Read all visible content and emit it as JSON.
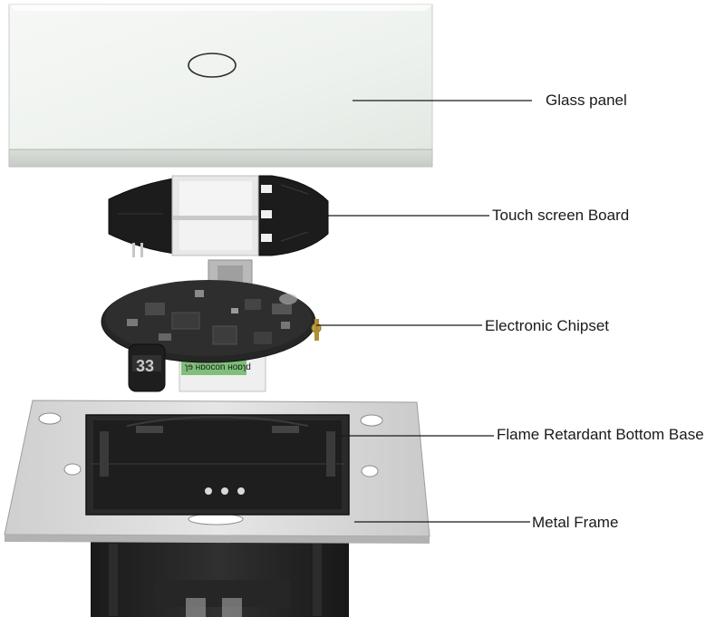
{
  "labels": {
    "glass_panel": "Glass panel",
    "touch_screen_board": "Touch screen Board",
    "electronic_chipset": "Electronic Chipset",
    "flame_retardant_bottom_base": "Flame Retardant Bottom Base",
    "metal_frame": "Metal Frame"
  },
  "component_markings": {
    "capacitor": "33",
    "module_text": "ɿɘ ʜɒocon ʜoɒɿd"
  },
  "colors": {
    "glass": "#f1f4f1",
    "board_black": "#1c1c1c",
    "pcb": "#2a2a2a",
    "frame_metal": "#d7d7d7",
    "base_black": "#222222",
    "leader_line": "#1a1a1a"
  }
}
